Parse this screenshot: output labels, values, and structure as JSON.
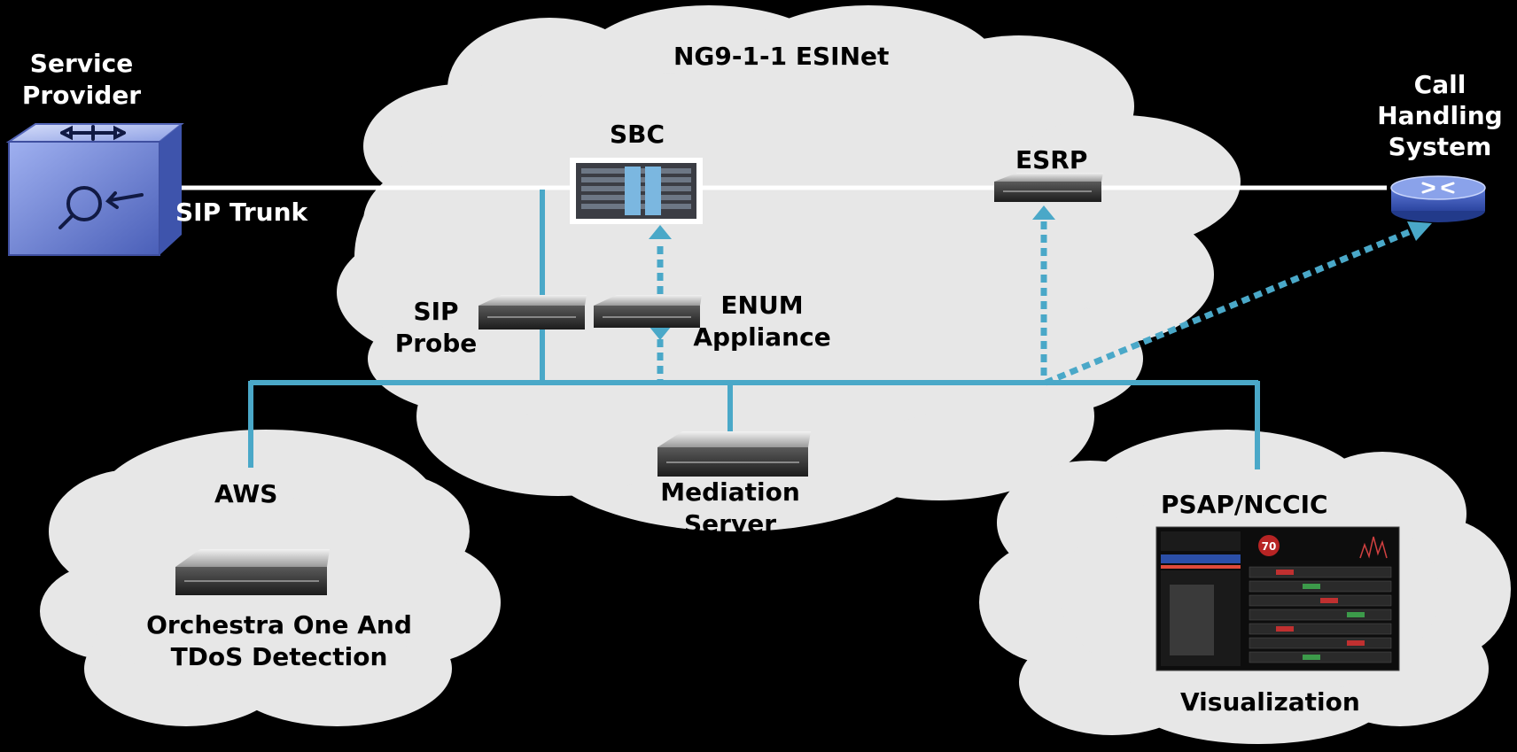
{
  "diagram": {
    "title": "NG9-1-1 ESINet",
    "nodes": {
      "service_provider": "Service Provider",
      "sip_trunk": "SIP Trunk",
      "sbc": "SBC",
      "esrp": "ESRP",
      "call_handling": "Call Handling System",
      "sip_probe": "SIP Probe",
      "enum_appliance": "ENUM Appliance",
      "aws": "AWS",
      "orchestra": "Orchestra One And TDoS Detection",
      "mediation": "Mediation Server",
      "psap": "PSAP/NCCIC",
      "visualization": "Visualization",
      "dashboard_badge": "70"
    }
  },
  "colors": {
    "background": "#000000",
    "cloud_fill": "#e7e7e7",
    "connector": "#4aa8c8",
    "trunk": "#ffffff",
    "router": "#6f86d6"
  },
  "icons": {
    "service_provider": "router-switch-icon",
    "call_handling": "router-icon",
    "server": "rack-server-icon",
    "sbc": "rack-cabinet-icon",
    "dashboard": "dashboard-screenshot"
  }
}
